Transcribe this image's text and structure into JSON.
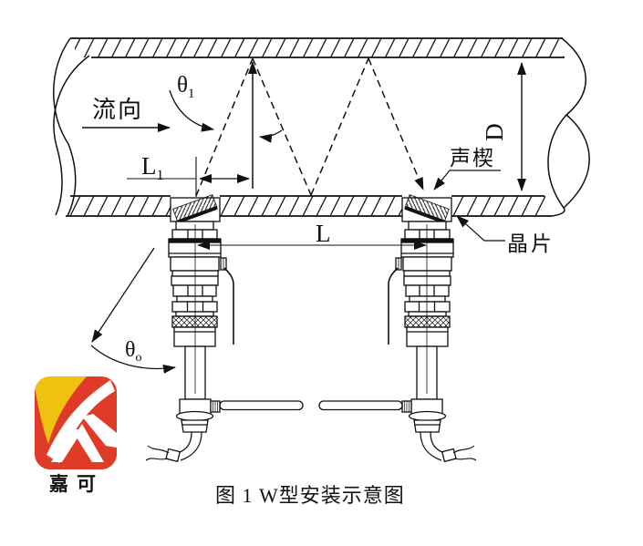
{
  "figure": {
    "caption": "图 1 W型安装示意图"
  },
  "annotations": {
    "flow_direction": "流向",
    "sound_wedge": "声楔",
    "crystal": "晶片",
    "dim_L": "L",
    "dim_D": "D",
    "theta1": {
      "base": "θ",
      "sub": "1"
    },
    "L1": {
      "base": "L",
      "sub": "1"
    },
    "theta0": {
      "base": "θ",
      "sub": "o"
    }
  },
  "logo": {
    "text": "嘉可",
    "colors": {
      "red": "#e03a28",
      "yellow": "#efc211",
      "text": "#2f2f3a"
    }
  }
}
